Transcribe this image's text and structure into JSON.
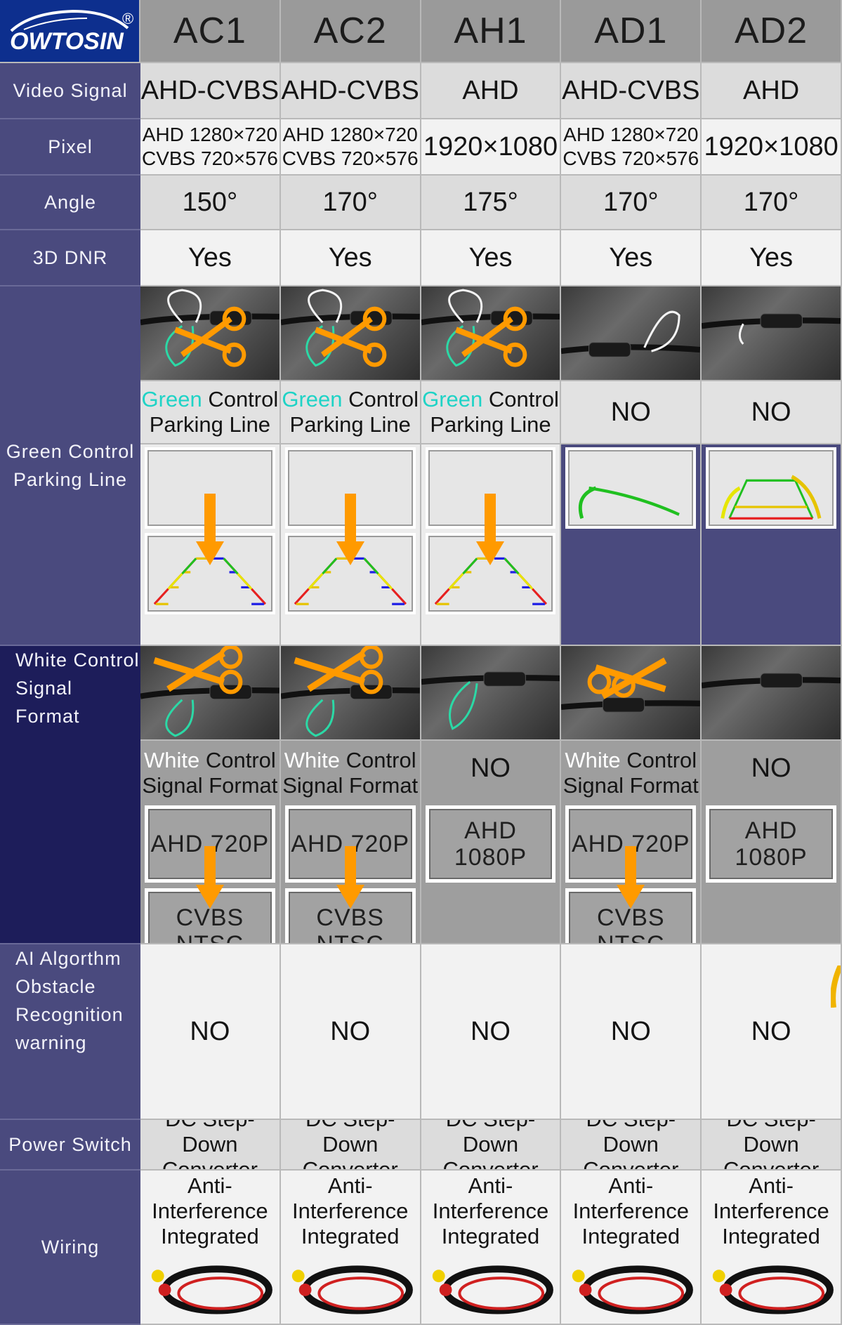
{
  "brand": {
    "logo_text": "OWTOSIN",
    "registered": "®"
  },
  "models": [
    "AC1",
    "AC2",
    "AH1",
    "AD1",
    "AD2"
  ],
  "rows": {
    "video_signal": {
      "label": "Video Signal",
      "values": [
        "AHD-CVBS",
        "AHD-CVBS",
        "AHD",
        "AHD-CVBS",
        "AHD"
      ]
    },
    "pixel": {
      "label": "Pixel",
      "values": [
        {
          "l1": "AHD 1280×720",
          "l2": "CVBS 720×576"
        },
        {
          "l1": "AHD 1280×720",
          "l2": "CVBS 720×576"
        },
        {
          "l1": "1920×1080",
          "l2": ""
        },
        {
          "l1": "AHD 1280×720",
          "l2": "CVBS 720×576"
        },
        {
          "l1": "1920×1080",
          "l2": ""
        }
      ]
    },
    "angle": {
      "label": "Angle",
      "values": [
        "150°",
        "170°",
        "175°",
        "170°",
        "170°"
      ]
    },
    "dnr": {
      "label": "3D DNR",
      "values": [
        "Yes",
        "Yes",
        "Yes",
        "Yes",
        "Yes"
      ]
    },
    "green_control": {
      "label_l1": "Green Control",
      "label_l2": "Parking Line",
      "yes_text": {
        "accent": "Green",
        "rest": " Control",
        "l2": "Parking Line"
      },
      "no_text": "NO",
      "support": [
        true,
        true,
        true,
        false,
        false
      ]
    },
    "white_control": {
      "label_l1": "White Control",
      "label_l2": "Signal Format",
      "yes_text": {
        "accent": "White",
        "rest": " Control",
        "l2": "Signal Format"
      },
      "no_text": "NO",
      "support": [
        true,
        true,
        false,
        true,
        false
      ],
      "formats": [
        {
          "top": "AHD 720P",
          "bottom_l1": "CVBS",
          "bottom_l2": "NTSC"
        },
        {
          "top": "AHD 720P",
          "bottom_l1": "CVBS",
          "bottom_l2": "NTSC"
        },
        {
          "top_l1": "AHD",
          "top_l2": "1080P"
        },
        {
          "top": "AHD 720P",
          "bottom_l1": "CVBS",
          "bottom_l2": "NTSC"
        },
        {
          "top_l1": "AHD",
          "top_l2": "1080P"
        }
      ]
    },
    "ai": {
      "label_l1": "AI Algorthm",
      "label_l2": "Obstacle",
      "label_l3": "Recognition",
      "label_l4": "warning",
      "values": [
        "NO",
        "NO",
        "NO",
        "NO",
        "NO"
      ]
    },
    "power": {
      "label": "Power Switch",
      "l1": "DC Step-Down",
      "l2": "Converter"
    },
    "wiring": {
      "label": "Wiring",
      "l1": "Anti-Interference",
      "l2": "Integrated"
    }
  },
  "colors": {
    "label_bg": "#4a4a7e",
    "label_dark_bg": "#1d1d5a",
    "accent_orange": "#ff9a00",
    "accent_green": "#1fd3c6",
    "logo_bg": "#0d2f8e"
  }
}
